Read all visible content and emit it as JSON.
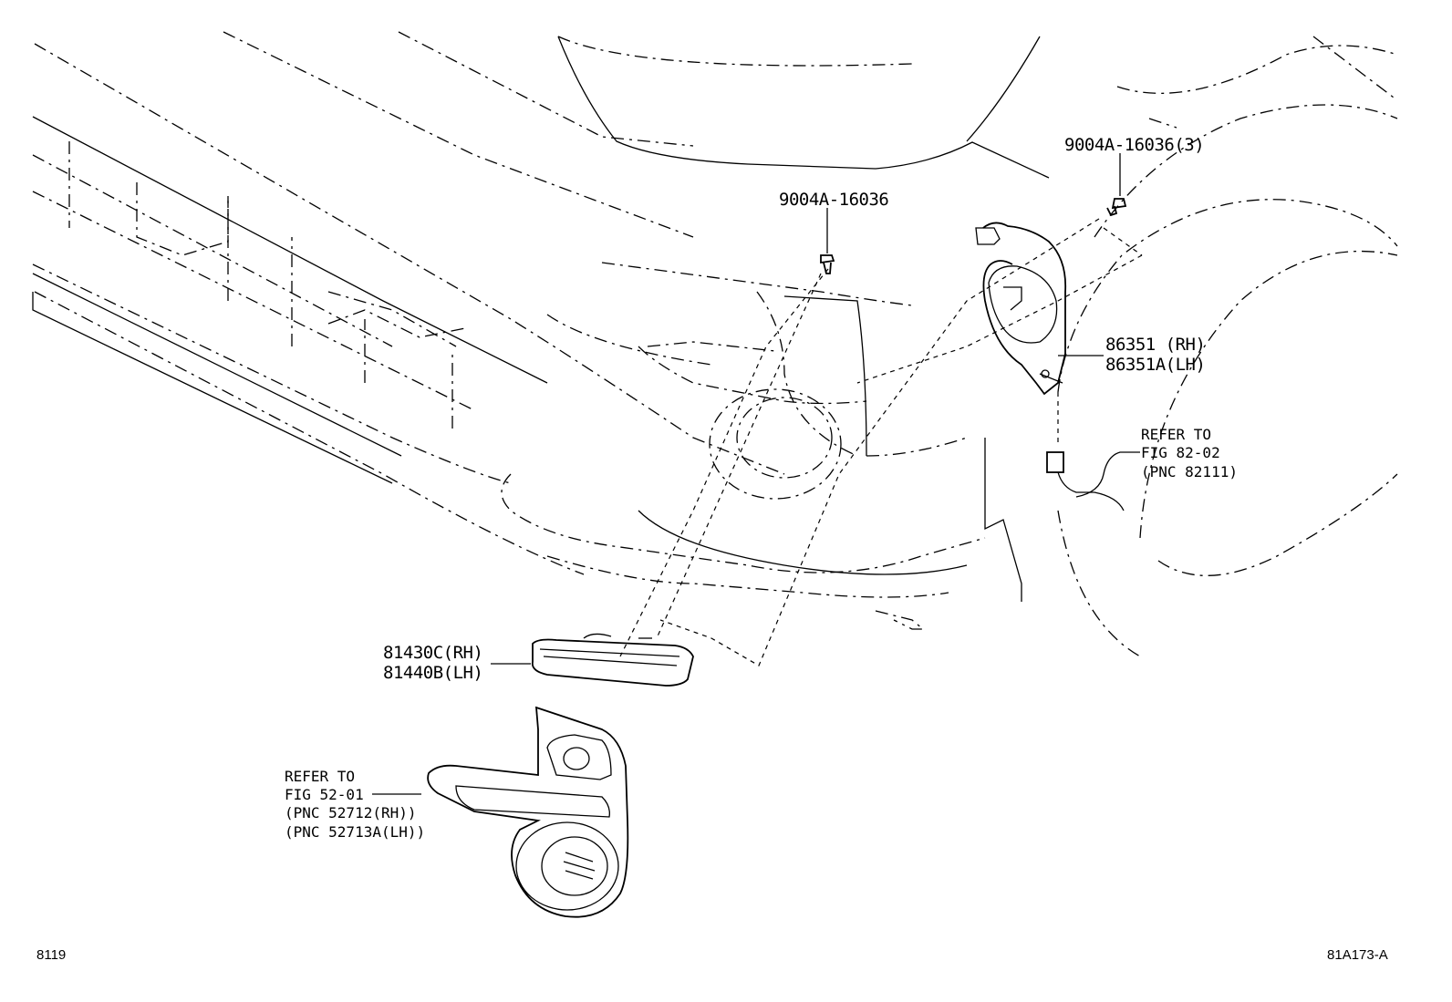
{
  "labels": {
    "bolt_single": "9004A-16036",
    "bolt_triple": "9004A-16036(3)",
    "bracket_rh": "86351 (RH)",
    "bracket_lh": "86351A(LH)",
    "refer_82": {
      "line1": "REFER TO",
      "line2": "FIG 82-02",
      "line3": "(PNC 82111)"
    },
    "lamp_rh": "81430C(RH)",
    "lamp_lh": "81440B(LH)",
    "refer_52": {
      "line1": "REFER TO",
      "line2": "FIG 52-01",
      "line3": "(PNC 52712(RH))",
      "line4": "(PNC 52713A(LH))"
    }
  },
  "footer": {
    "page_code": "8119",
    "figure_code": "81A173-A"
  }
}
